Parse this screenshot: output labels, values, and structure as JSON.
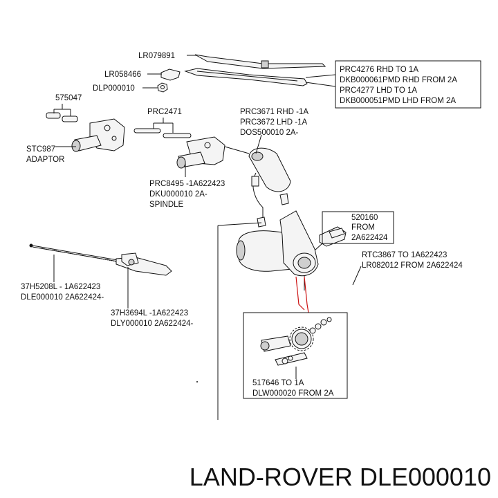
{
  "labels": {
    "lr079891": "LR079891",
    "lr058466": "LR058466",
    "dlp000010": "DLP000010",
    "n575047": "575047",
    "prc2471": "PRC2471",
    "stc987": "STC987",
    "adaptor": "ADAPTOR",
    "prc3671": "PRC3671 RHD -1A",
    "prc3672": "PRC3672 LHD -1A",
    "dos500010": "DOS500010 2A-",
    "prc8495": "PRC8495 -1A622423",
    "dku000010": "DKU000010 2A-",
    "spindle": "SPINDLE",
    "box_arm": [
      "PRC4276 RHD TO 1A",
      "DKB000061PMD RHD FROM 2A",
      "PRC4277 LHD TO 1A",
      "DKB000051PMD LHD FROM 2A"
    ],
    "box_520160": [
      "520160",
      "FROM",
      "2A622424"
    ],
    "rtc3867": "RTC3867 TO 1A622423",
    "lr082012": "LR082012 FROM 2A622424",
    "n37h5208l": "37H5208L - 1A622423",
    "dle000010": "DLE000010 2A622424-",
    "n37h3694l": "37H3694L -1A622423",
    "dly000010": "DLY000010 2A622424-",
    "box_gear": [
      "517646 TO 1A",
      "DLW000020 FROM 2A"
    ]
  },
  "footer": "LAND-ROVER DLE000010"
}
